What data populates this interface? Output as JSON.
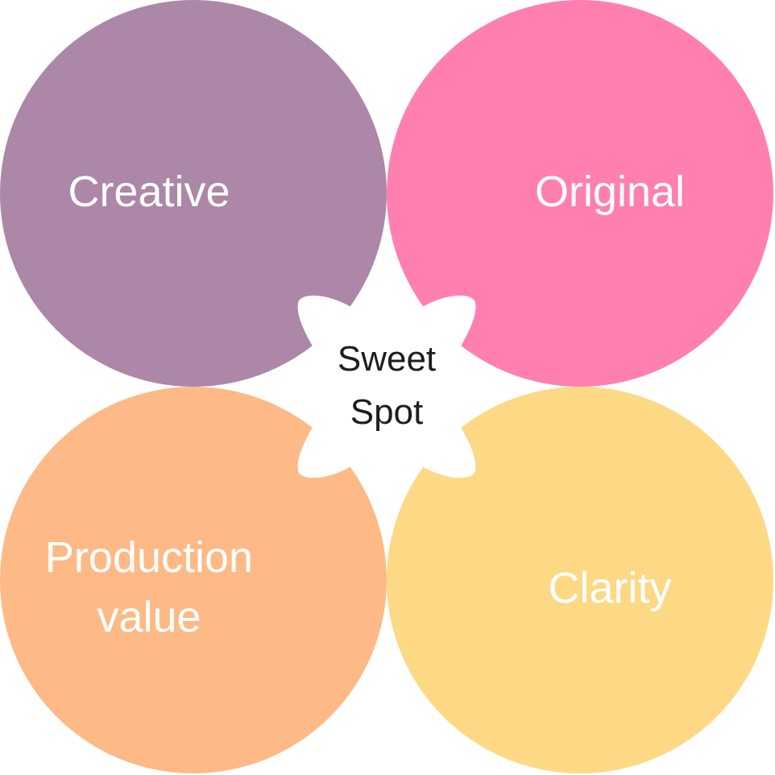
{
  "diagram": {
    "center_label_line1": "Sweet",
    "center_label_line2": "Spot",
    "circles": [
      {
        "name": "creative",
        "label_line1": "Creative",
        "label_line2": "",
        "color": "#AC87A8"
      },
      {
        "name": "original",
        "label_line1": "Original",
        "label_line2": "",
        "color": "#FF7FB0"
      },
      {
        "name": "production",
        "label_line1": "Production",
        "label_line2": "value",
        "color": "#FDBA86"
      },
      {
        "name": "clarity",
        "label_line1": "Clarity",
        "label_line2": "",
        "color": "#FDD985"
      }
    ],
    "overlaps": {
      "creative_original": "#A94A7E",
      "creative_production": "#D58053",
      "original_clarity": "#FE9A5C",
      "production_clarity": "#FEA643"
    },
    "label_color": "#FFFFFF",
    "center_text_color": "#1E1E1E",
    "center_fill": "#FFFFFF"
  }
}
